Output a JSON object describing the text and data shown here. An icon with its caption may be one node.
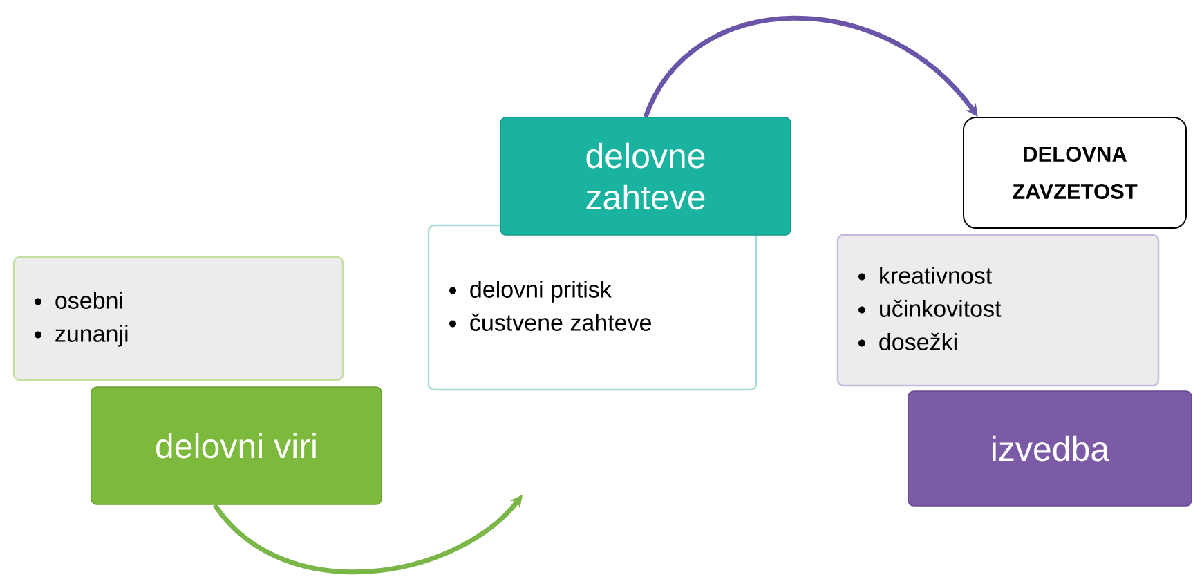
{
  "diagram": {
    "nodes": [
      {
        "text": [
          "osebni",
          "zunanji"
        ]
      },
      {
        "text": [
          "delovni viri"
        ]
      },
      {
        "text": [
          "delovne zahteve"
        ]
      },
      {
        "text": [
          "delovni pritisk",
          "čustvene zahteve"
        ]
      },
      {
        "text": [
          "DELOVNA ZAVZETOST"
        ]
      },
      {
        "text": [
          "kreativnost",
          "učinkovitost",
          "dosežki"
        ]
      },
      {
        "text": [
          "izvedba"
        ]
      }
    ],
    "edges": [
      {
        "from": 1,
        "to": null,
        "arrow": "to",
        "color": "#7ab648"
      },
      {
        "from": 2,
        "to": 4,
        "arrow": "to",
        "color": "#6a55a8"
      }
    ]
  }
}
